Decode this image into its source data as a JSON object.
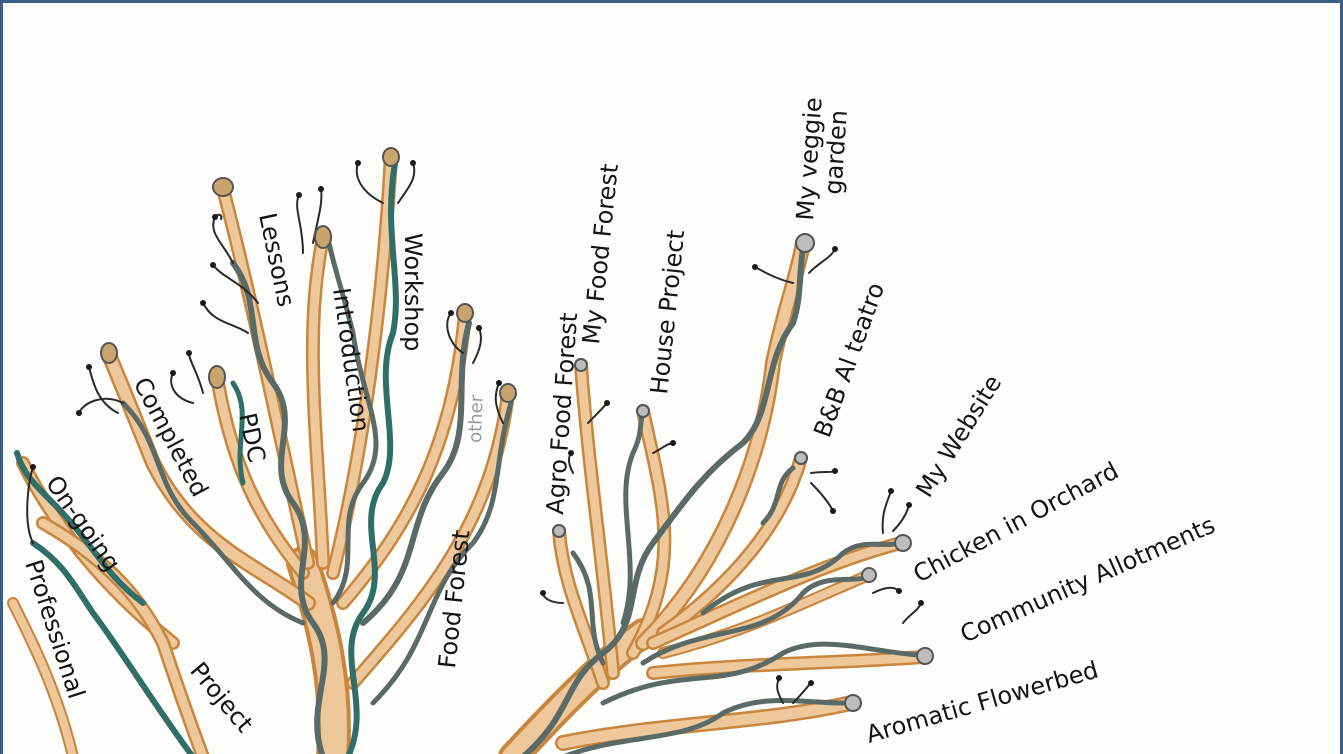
{
  "diagram": {
    "labels": {
      "ongoing": "On-going",
      "professional": "Professional",
      "completed": "Completed",
      "project": "Project",
      "lessons": "Lessons",
      "pdc": "PDC",
      "introduction": "Introduction",
      "workshop": "Workshop",
      "other": "other",
      "food_forest": "Food Forest",
      "agro_food_forest": "Agro Food Forest",
      "my_food_forest": "My Food Forest",
      "house_project": "House Project",
      "my_veggie_garden_1": "My veggie",
      "my_veggie_garden_2": "garden",
      "bb_al_teatro": "B&B Al teatro",
      "my_website": "My Website",
      "chicken_in_orchard": "Chicken in Orchard",
      "community_allotments": "Community Allotments",
      "aromatic_flowerbed": "Aromatic Flowerbed"
    },
    "colors": {
      "frame": "#3b5f8c",
      "branch_fill": "#e9bf8c",
      "branch_stroke": "#c8863e",
      "vine": "#5a6a66",
      "vine_teal": "#2f6f68",
      "tip": "#c9a46c",
      "ink": "#141414"
    }
  }
}
